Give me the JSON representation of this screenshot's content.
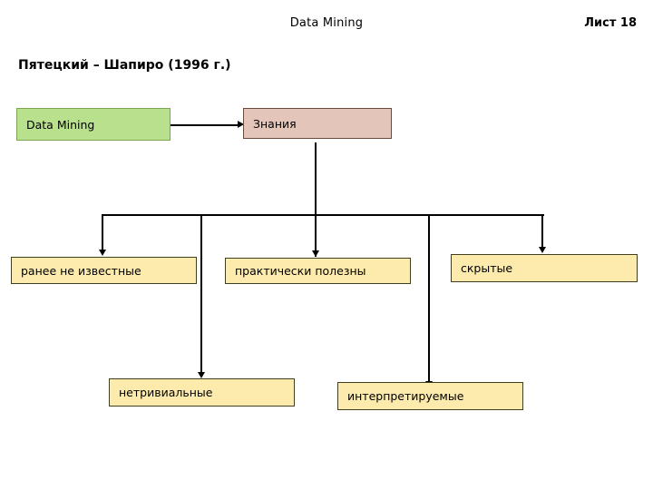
{
  "slide": {
    "header": {
      "title": "Data Mining",
      "page_label": "Лист 18"
    },
    "subtitle": "Пятецкий – Шапиро (1996 г.)",
    "colors": {
      "source_fill": "#b9e08c",
      "source_border": "#7aa653",
      "result_fill": "#e3c6b9",
      "result_border": "#6b4a3c",
      "property_fill": "#fdeaad",
      "property_border": "#3f3f1f",
      "connector": "#000000",
      "background": "#ffffff"
    },
    "diagram": {
      "type": "tree-diagram",
      "nodes": [
        {
          "id": "source",
          "label": "Data Mining",
          "style": "green"
        },
        {
          "id": "knowledge",
          "label": "Знания",
          "style": "tan"
        },
        {
          "id": "prop_unknown",
          "label": "ранее не известные",
          "style": "yellow"
        },
        {
          "id": "prop_useful",
          "label": "практически полезны",
          "style": "yellow"
        },
        {
          "id": "prop_hidden",
          "label": "скрытые",
          "style": "yellow"
        },
        {
          "id": "prop_nontrivial",
          "label": "нетривиальные",
          "style": "yellow"
        },
        {
          "id": "prop_interpret",
          "label": "интерпретируемые",
          "style": "yellow"
        }
      ],
      "edges": [
        {
          "from": "source",
          "to": "knowledge",
          "arrow": "right"
        },
        {
          "from": "knowledge",
          "to": "prop_unknown",
          "arrow": "down"
        },
        {
          "from": "knowledge",
          "to": "prop_useful",
          "arrow": "down"
        },
        {
          "from": "knowledge",
          "to": "prop_hidden",
          "arrow": "down"
        },
        {
          "from": "knowledge",
          "to": "prop_nontrivial",
          "arrow": "down"
        },
        {
          "from": "knowledge",
          "to": "prop_interpret",
          "arrow": "down"
        }
      ]
    }
  }
}
